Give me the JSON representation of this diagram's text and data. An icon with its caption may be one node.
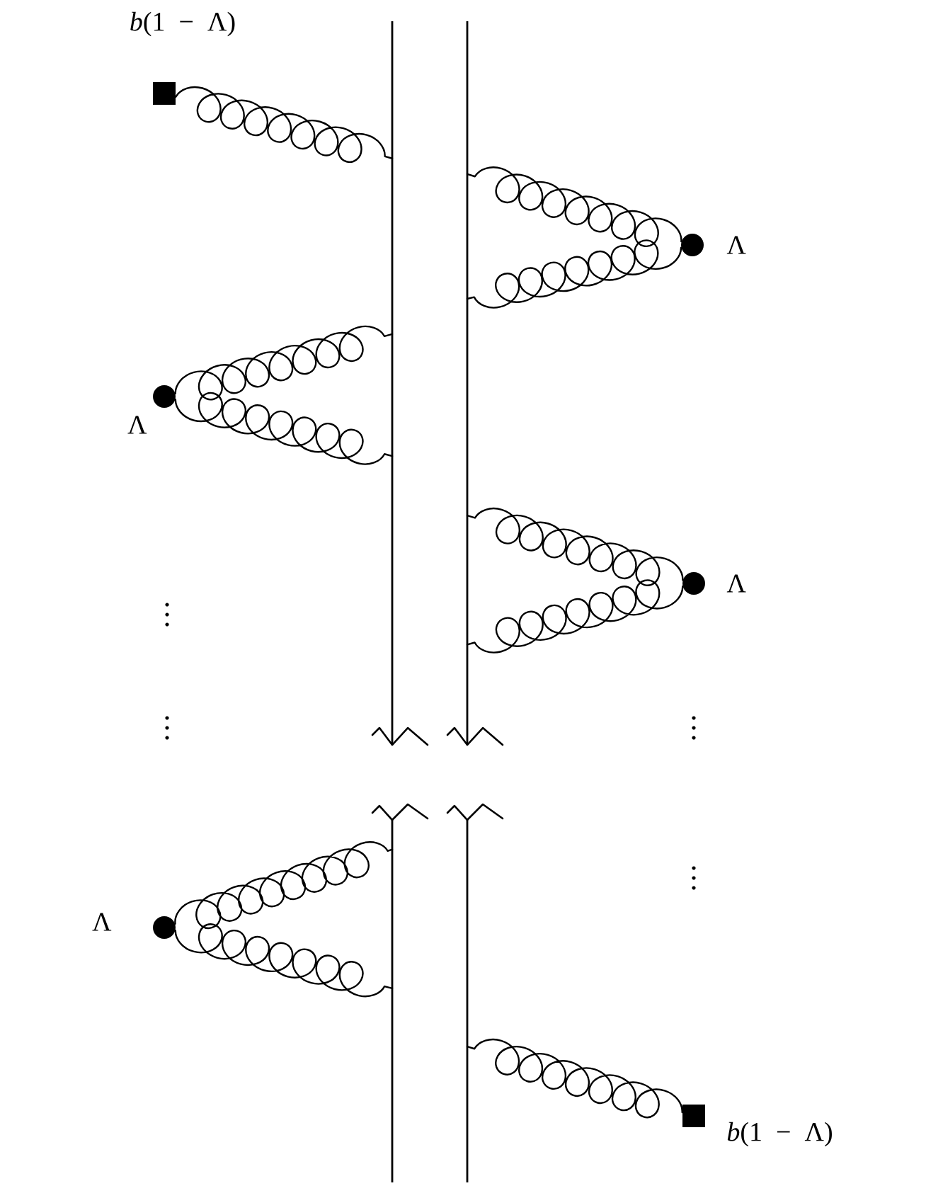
{
  "diagram": {
    "nodes": [
      {
        "text": [],
        "shape": "box",
        "beside": [
          "*b*(1 − Λ)"
        ]
      },
      {
        "text": [],
        "shape": "line"
      },
      {
        "text": [],
        "shape": "line"
      },
      {
        "text": [],
        "shape": "circle",
        "beside": [
          "Λ"
        ]
      },
      {
        "text": [],
        "shape": "circle",
        "beside": [
          "Λ"
        ]
      },
      {
        "text": [],
        "shape": "circle",
        "beside": [
          "Λ"
        ]
      },
      {
        "text": [],
        "shape": "line"
      },
      {
        "text": [],
        "shape": "line"
      },
      {
        "text": [],
        "shape": "circle",
        "beside": [
          "Λ"
        ]
      },
      {
        "text": [],
        "shape": "box",
        "beside": [
          "*b*(1 − Λ)"
        ]
      }
    ],
    "edges": [
      {
        "from": 0,
        "to": 1,
        "arrow": "none"
      },
      {
        "from": 3,
        "to": 2,
        "arrow": "none"
      },
      {
        "from": 3,
        "to": 2,
        "arrow": "none"
      },
      {
        "from": 4,
        "to": 1,
        "arrow": "none"
      },
      {
        "from": 4,
        "to": 1,
        "arrow": "none"
      },
      {
        "from": 5,
        "to": 2,
        "arrow": "none"
      },
      {
        "from": 5,
        "to": 2,
        "arrow": "none"
      },
      {
        "from": 8,
        "to": 6,
        "arrow": "none"
      },
      {
        "from": 8,
        "to": 6,
        "arrow": "none"
      },
      {
        "from": 9,
        "to": 7,
        "arrow": "none"
      }
    ]
  }
}
